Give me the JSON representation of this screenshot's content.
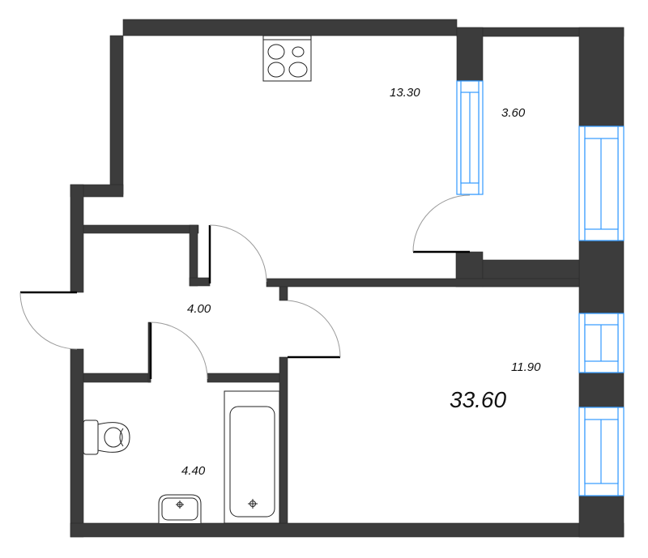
{
  "plan": {
    "total_area": "33.60",
    "rooms": [
      {
        "id": "kitchen",
        "area": "13.30"
      },
      {
        "id": "loggia",
        "area": "3.60"
      },
      {
        "id": "living-room",
        "area": "11.90"
      },
      {
        "id": "hallway",
        "area": "4.00"
      },
      {
        "id": "bathroom",
        "area": "4.40"
      }
    ]
  },
  "colors": {
    "wall": "#3c3c3c",
    "window": "#3399ff",
    "door_arc": "#9a9a9a"
  }
}
